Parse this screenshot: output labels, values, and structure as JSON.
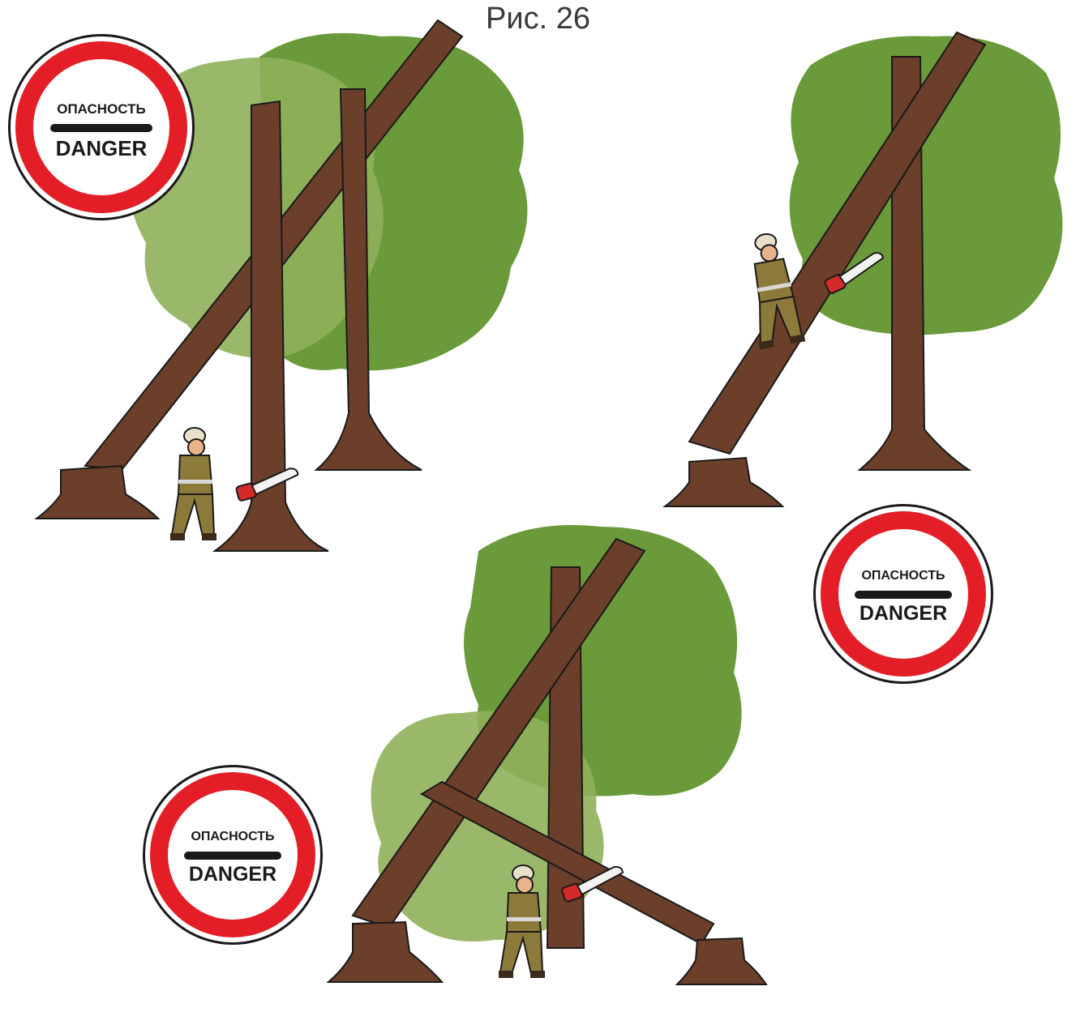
{
  "figure": {
    "title": "Рис. 26"
  },
  "signs": [
    {
      "top_text": "ОПАСНОСТЬ",
      "bottom_text": "DANGER"
    },
    {
      "top_text": "ОПАСНОСТЬ",
      "bottom_text": "DANGER"
    },
    {
      "top_text": "ОПАСНОСТЬ",
      "bottom_text": "DANGER"
    }
  ],
  "colors": {
    "foliage_dark": "#6a9a3a",
    "foliage_light": "#8fb05a",
    "trunk": "#6b3f2a",
    "outline": "#1a1a1a",
    "worker_suit": "#8c7a3a",
    "sign_red": "#e41e26",
    "saw_red": "#d52a2a"
  },
  "icons": [
    "danger-sign-icon",
    "chainsaw-icon",
    "worker-icon",
    "tree-icon",
    "stump-icon"
  ]
}
